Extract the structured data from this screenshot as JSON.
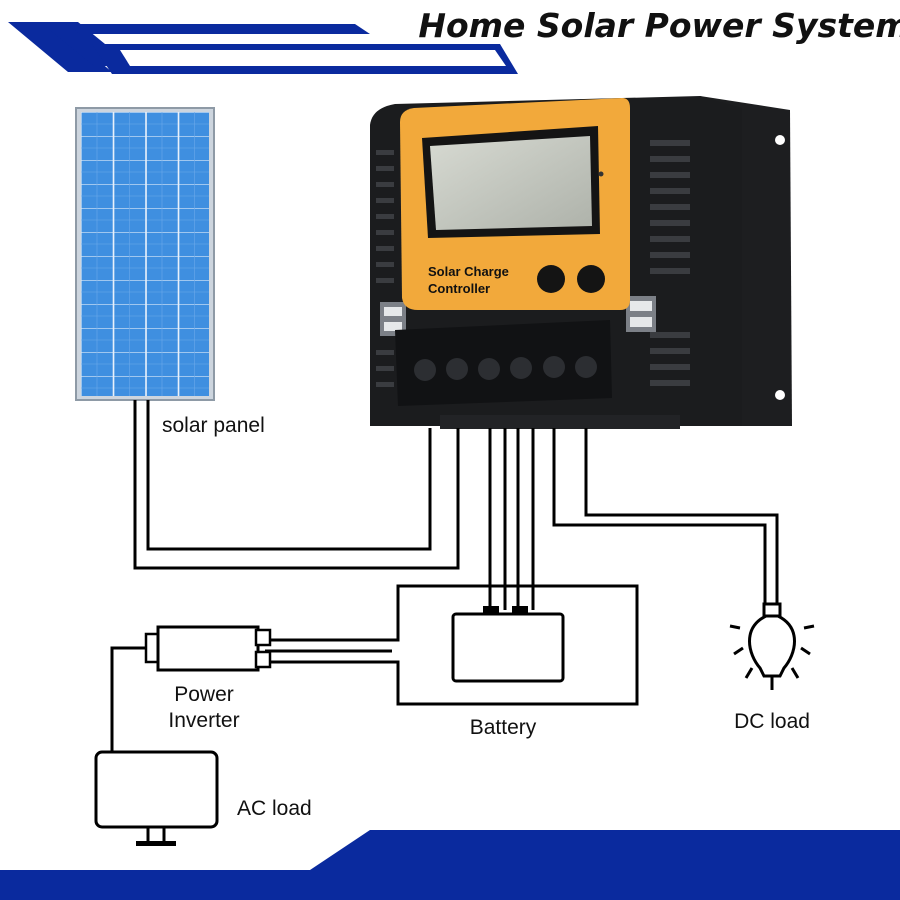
{
  "title": "Home Solar Power System",
  "labels": {
    "solar_panel": "solar panel",
    "controller_line1": "Solar Charge",
    "controller_line2": "Controller",
    "battery": "Battery",
    "dc_load": "DC load",
    "inverter_line1": "Power",
    "inverter_line2": "Inverter",
    "ac_load": "AC load"
  },
  "colors": {
    "accent_blue": "#0a2a9e",
    "panel_blue": "#3f8fe0",
    "controller_orange": "#f2a93b",
    "controller_body": "#1b1c1e",
    "lcd": "#c9ccc4"
  }
}
